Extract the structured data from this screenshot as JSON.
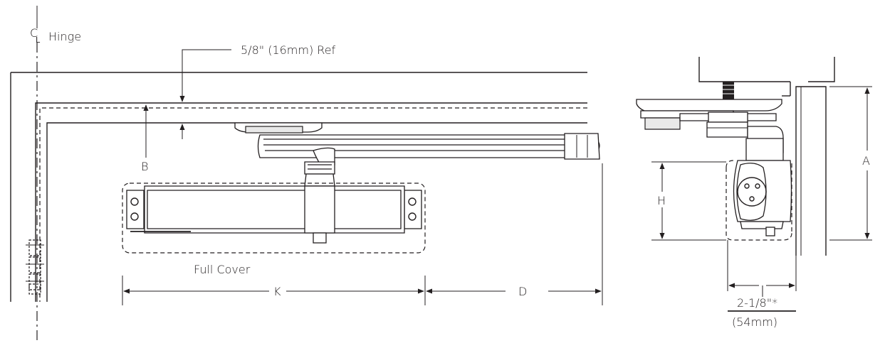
{
  "labels": {
    "centerline_c": "C",
    "centerline_l": "L",
    "hinge": "Hinge",
    "ref": "5/8\" (16mm) Ref",
    "b": "B",
    "full_cover": "Full Cover",
    "k": "K",
    "d": "D",
    "a": "A",
    "h": "H",
    "width_in": "2-1/8\"*",
    "width_mm": "(54mm)"
  },
  "colors": {
    "line": "#231f20",
    "background": "#ffffff"
  }
}
